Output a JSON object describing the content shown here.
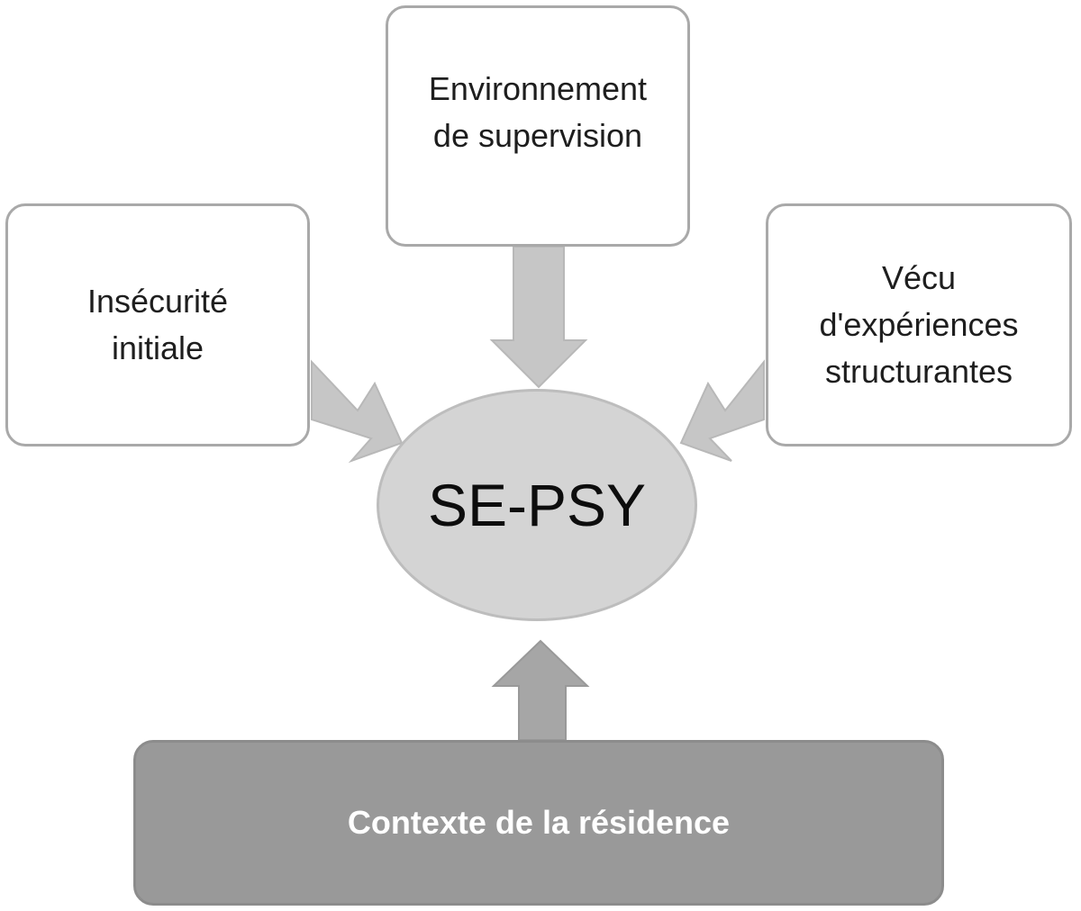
{
  "diagram": {
    "center": {
      "label": "SE-PSY"
    },
    "top_box": {
      "line1": "Environnement",
      "line2": "de supervision"
    },
    "left_box": {
      "line1": "Insécurité",
      "line2": "initiale"
    },
    "right_box": {
      "line1": "Vécu",
      "line2": "d'expériences",
      "line3": "structurantes"
    },
    "bottom_box": {
      "label": "Contexte de la résidence"
    },
    "colors": {
      "box_border": "#a9a9a9",
      "arrow_fill": "#c6c6c6",
      "arrow_fill_bottom": "#a6a6a6",
      "ellipse_fill": "#d4d4d4",
      "bottom_box_fill": "#999999"
    }
  }
}
